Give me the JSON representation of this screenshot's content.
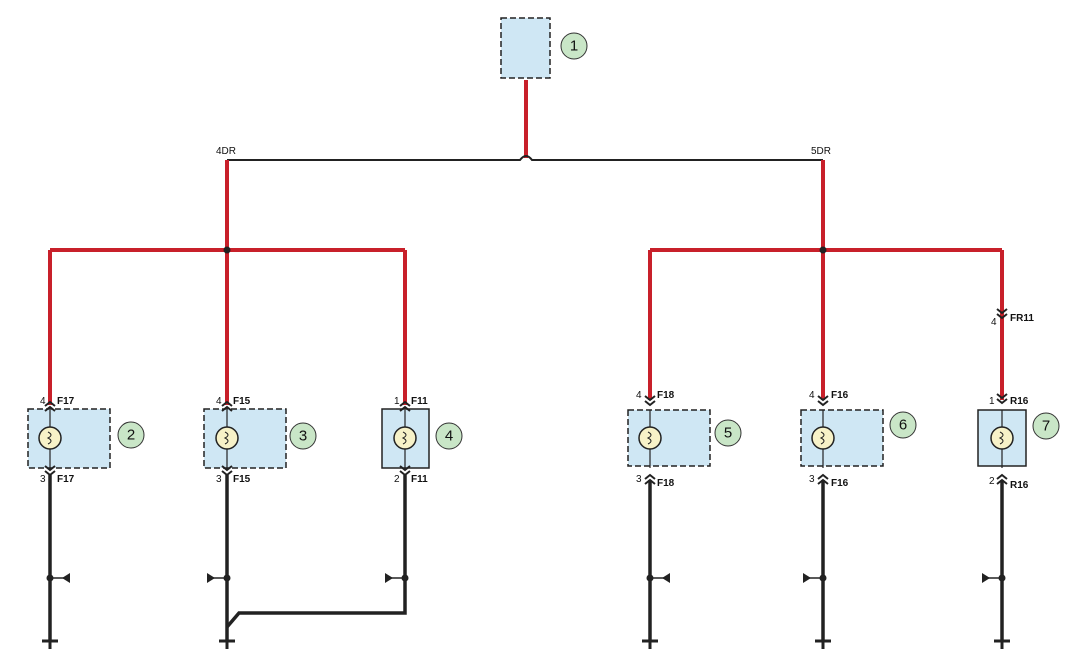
{
  "colors": {
    "power_wire": "#c8202a",
    "ground_wire": "#222222",
    "module_fill": "#cfe7f4",
    "bulb_fill": "#f7f2c8",
    "callout_fill": "#c9e6c7"
  },
  "variants": {
    "left": "4DR",
    "right": "5DR"
  },
  "components": [
    {
      "callout": "1"
    },
    {
      "callout": "2",
      "top_pin": "4",
      "top_conn": "F17",
      "bot_pin": "3",
      "bot_conn": "F17"
    },
    {
      "callout": "3",
      "top_pin": "4",
      "top_conn": "F15",
      "bot_pin": "3",
      "bot_conn": "F15"
    },
    {
      "callout": "4",
      "top_pin": "1",
      "top_conn": "F11",
      "bot_pin": "2",
      "bot_conn": "F11"
    },
    {
      "callout": "5",
      "top_pin": "4",
      "top_conn": "F18",
      "bot_pin": "3",
      "bot_conn": "F18"
    },
    {
      "callout": "6",
      "top_pin": "4",
      "top_conn": "F16",
      "bot_pin": "3",
      "bot_conn": "F16"
    },
    {
      "callout": "7",
      "top_pin": "1",
      "top_conn": "R16",
      "bot_pin": "2",
      "bot_conn": "R16"
    }
  ],
  "inline_connector": {
    "pin": "4",
    "conn": "FR11"
  }
}
